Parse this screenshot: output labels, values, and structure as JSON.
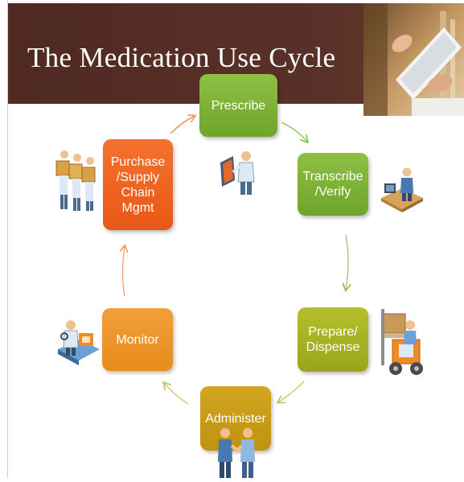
{
  "slide": {
    "title": "The Medication Use Cycle"
  },
  "cycle": {
    "steps": [
      {
        "label": "Prescribe",
        "color": "#7ab135"
      },
      {
        "label": "Transcribe\n/Verify",
        "color": "#7ab135"
      },
      {
        "label": "Prepare/\nDispense",
        "color": "#a8b425"
      },
      {
        "label": "Administer",
        "color": "#c99e17"
      },
      {
        "label": "Monitor",
        "color": "#ec9428"
      },
      {
        "label": "Purchase\n/Supply\nChain\nMgmt",
        "color": "#ee6420"
      }
    ]
  },
  "icons": [
    "doctor-at-screen-icon",
    "worker-at-desk-icon",
    "forklift-icon",
    "handshake-icon",
    "lab-worker-icon",
    "workers-carrying-boxes-icon"
  ]
}
